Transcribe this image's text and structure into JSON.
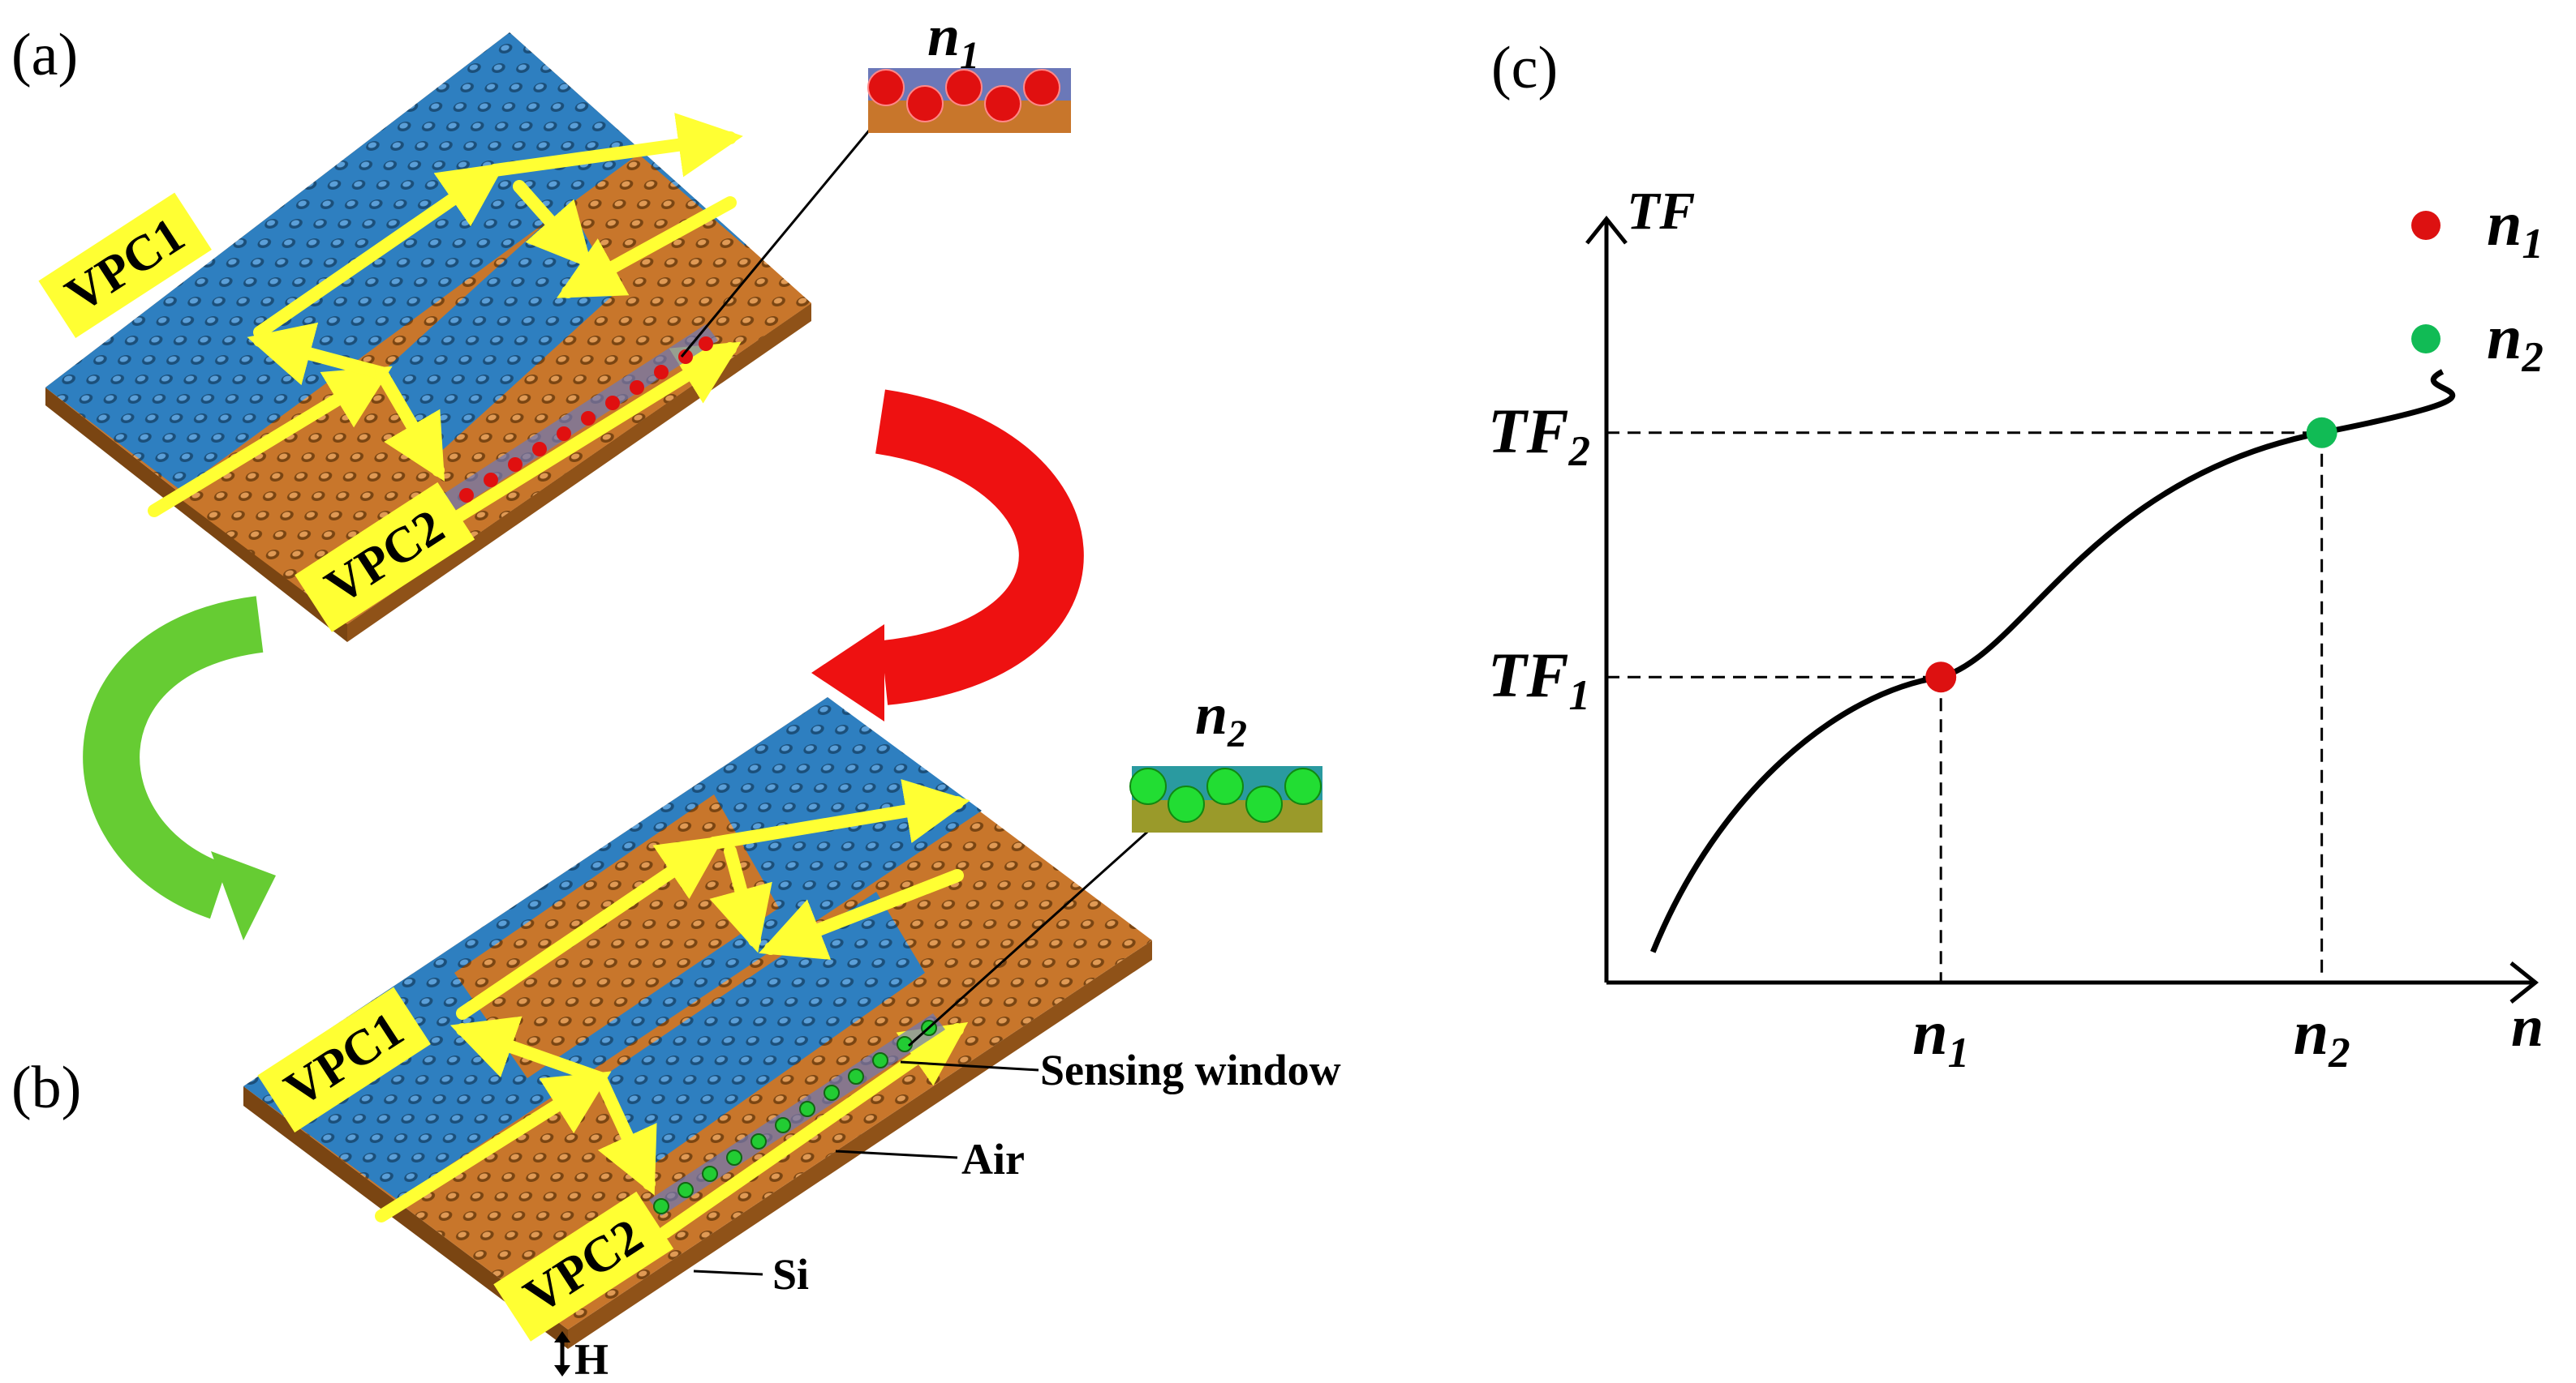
{
  "panels": {
    "a": "(a)",
    "b": "(b)",
    "c": "(c)"
  },
  "chips": {
    "vpc1": "VPC1",
    "vpc2": "VPC2"
  },
  "callouts": {
    "sensing_window": "Sensing window",
    "air": "Air",
    "si": "Si",
    "height": "H"
  },
  "insets": {
    "a": {
      "label": "n",
      "sub": "1"
    },
    "b": {
      "label": "n",
      "sub": "2"
    }
  },
  "colors": {
    "vpc1_blue": "#2e7fc0",
    "vpc2_orange": "#c8762b",
    "waveguide_yellow": "#ffff33",
    "analyte_red": "#e01010",
    "analyte_green": "#22cc33",
    "arrow_red": "#ee1111",
    "arrow_green": "#66cc33"
  },
  "chart_data": {
    "type": "line",
    "xlabel": {
      "label": "n",
      "sub": ""
    },
    "ylabel": {
      "label": "TF",
      "sub": ""
    },
    "x_ticks": [
      {
        "label": "n",
        "sub": "1"
      },
      {
        "label": "n",
        "sub": "2"
      }
    ],
    "y_ticks": [
      {
        "label": "TF",
        "sub": "1"
      },
      {
        "label": "TF",
        "sub": "2"
      }
    ],
    "points": [
      {
        "label": "n",
        "sub": "1",
        "x": 0.36,
        "y": 0.4,
        "color": "#dd1111"
      },
      {
        "label": "n",
        "sub": "2",
        "x": 0.77,
        "y": 0.72,
        "color": "#11bb55"
      }
    ],
    "legend": [
      {
        "label": "n",
        "sub": "1",
        "color": "#dd1111"
      },
      {
        "label": "n",
        "sub": "2",
        "color": "#11bb55"
      }
    ],
    "legend_position": "top-right",
    "grid": false
  }
}
